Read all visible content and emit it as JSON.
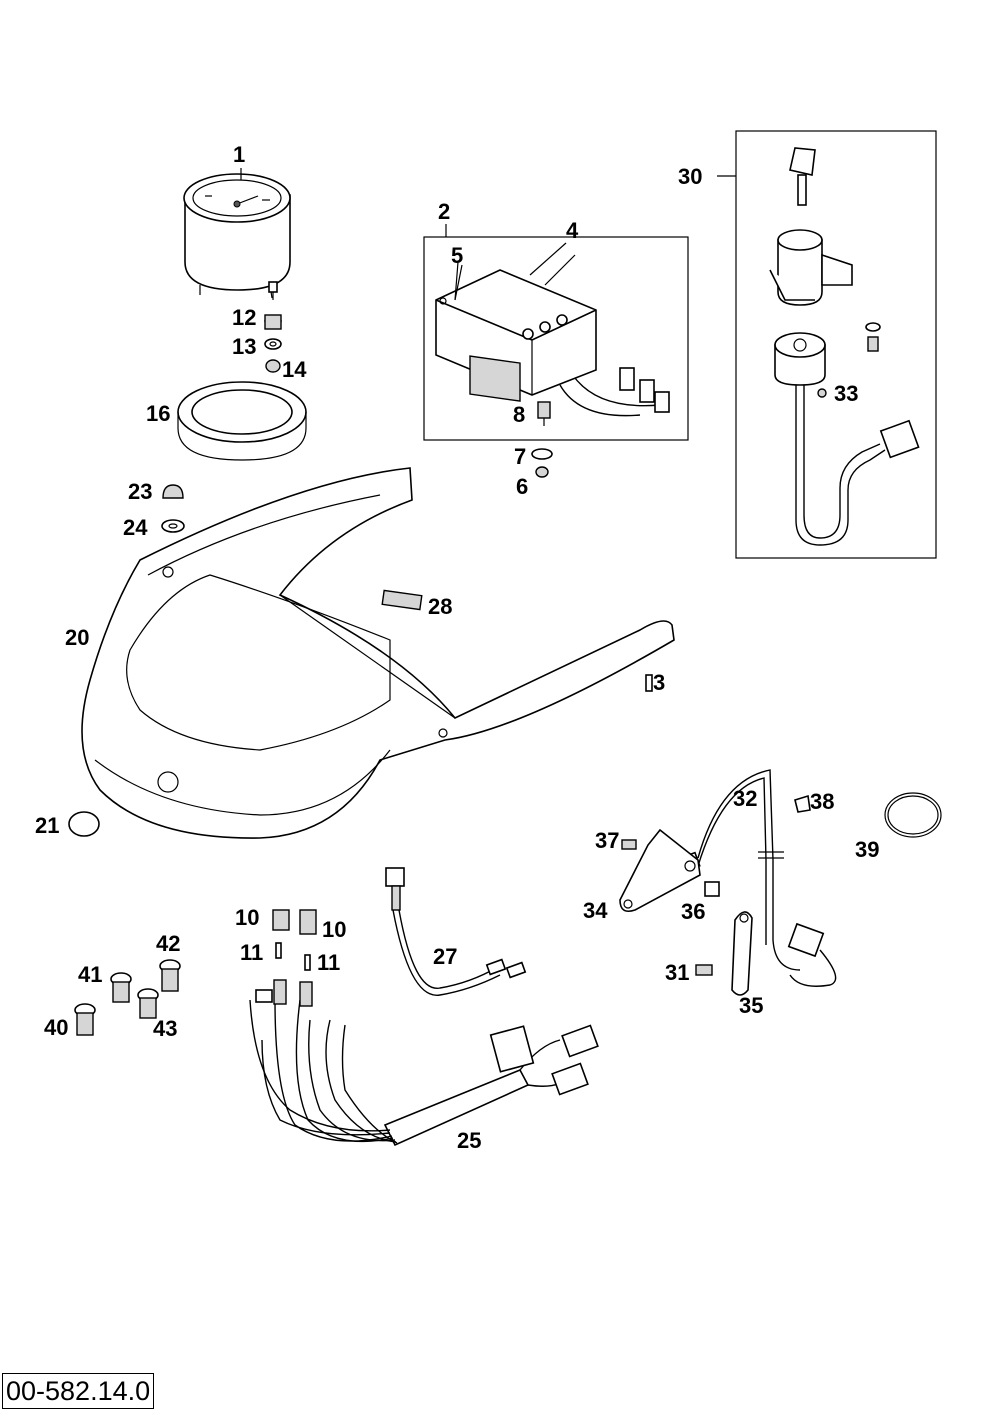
{
  "diagram": {
    "reference_code": "00-582.14.0",
    "callouts": [
      {
        "id": "1",
        "text": "1"
      },
      {
        "id": "2",
        "text": "2"
      },
      {
        "id": "3",
        "text": "3"
      },
      {
        "id": "4",
        "text": "4"
      },
      {
        "id": "5",
        "text": "5"
      },
      {
        "id": "6",
        "text": "6"
      },
      {
        "id": "7",
        "text": "7"
      },
      {
        "id": "8",
        "text": "8"
      },
      {
        "id": "10a",
        "text": "10"
      },
      {
        "id": "10b",
        "text": "10"
      },
      {
        "id": "11a",
        "text": "11"
      },
      {
        "id": "11b",
        "text": "11"
      },
      {
        "id": "12",
        "text": "12"
      },
      {
        "id": "13",
        "text": "13"
      },
      {
        "id": "14",
        "text": "14"
      },
      {
        "id": "16",
        "text": "16"
      },
      {
        "id": "20",
        "text": "20"
      },
      {
        "id": "21",
        "text": "21"
      },
      {
        "id": "23",
        "text": "23"
      },
      {
        "id": "24",
        "text": "24"
      },
      {
        "id": "25",
        "text": "25"
      },
      {
        "id": "27",
        "text": "27"
      },
      {
        "id": "28",
        "text": "28"
      },
      {
        "id": "30",
        "text": "30"
      },
      {
        "id": "31",
        "text": "31"
      },
      {
        "id": "32",
        "text": "32"
      },
      {
        "id": "33",
        "text": "33"
      },
      {
        "id": "34",
        "text": "34"
      },
      {
        "id": "35",
        "text": "35"
      },
      {
        "id": "36",
        "text": "36"
      },
      {
        "id": "37",
        "text": "37"
      },
      {
        "id": "38",
        "text": "38"
      },
      {
        "id": "39",
        "text": "39"
      },
      {
        "id": "40",
        "text": "40"
      },
      {
        "id": "41",
        "text": "41"
      },
      {
        "id": "42",
        "text": "42"
      },
      {
        "id": "43",
        "text": "43"
      }
    ]
  }
}
